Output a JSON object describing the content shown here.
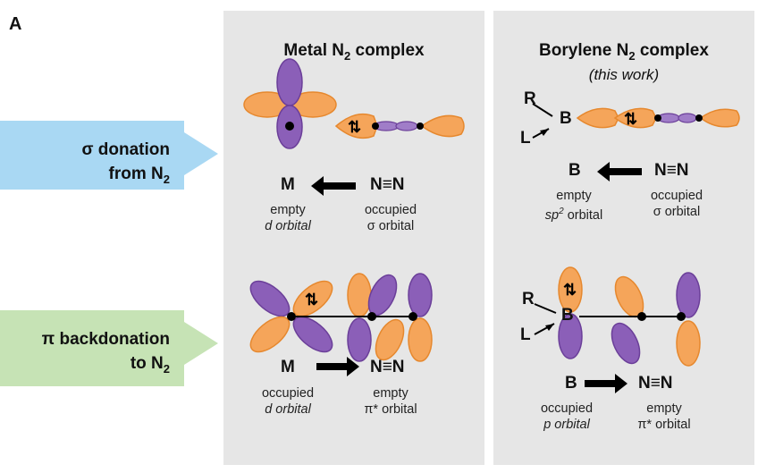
{
  "panel_label": "A",
  "left_labels": {
    "sigma_line1": "σ donation",
    "sigma_line2_prefix": "from N",
    "sigma_line2_sub": "2",
    "pi_line1": "π backdonation",
    "pi_line2_prefix": "to N",
    "pi_line2_sub": "2"
  },
  "metal": {
    "title_prefix": "Metal N",
    "title_sub": "2",
    "title_suffix": " complex",
    "sigma": {
      "donor_symbol": "N≡N",
      "acceptor_symbol": "M",
      "acceptor_cap_line1": "empty",
      "acceptor_cap_line2": "d orbital",
      "donor_cap_line1": "occupied",
      "donor_cap_line2": "σ orbital"
    },
    "pi": {
      "donor_symbol": "M",
      "acceptor_symbol": "N≡N",
      "donor_cap_line1": "occupied",
      "donor_cap_line2": "d orbital",
      "acceptor_cap_line1": "empty",
      "acceptor_cap_line2": "π* orbital"
    }
  },
  "borylene": {
    "title_prefix": "Borylene N",
    "title_sub": "2",
    "title_suffix": " complex",
    "subtitle": "(this work)",
    "substituent_r": "R",
    "substituent_l": "L",
    "boron": "B",
    "sigma": {
      "acceptor_symbol": "B",
      "donor_symbol": "N≡N",
      "acceptor_cap_line1": "empty",
      "acceptor_cap_line2_prefix": "sp",
      "acceptor_cap_line2_sup": "2",
      "acceptor_cap_line2_suffix": " orbital",
      "donor_cap_line1": "occupied",
      "donor_cap_line2": "σ orbital"
    },
    "pi": {
      "donor_symbol": "B",
      "acceptor_symbol": "N≡N",
      "donor_cap_line1": "occupied",
      "donor_cap_line2": "p orbital",
      "acceptor_cap_line1": "empty",
      "acceptor_cap_line2": "π* orbital"
    }
  },
  "colors": {
    "orange_lobe": "#f5a55a",
    "orange_edge": "#e6882e",
    "purple_lobe": "#8b5fb8",
    "purple_edge": "#6b3f99",
    "blue_arrow": "#a9d8f3",
    "green_arrow": "#c6e3b5",
    "panel_bg": "#e6e6e6"
  }
}
